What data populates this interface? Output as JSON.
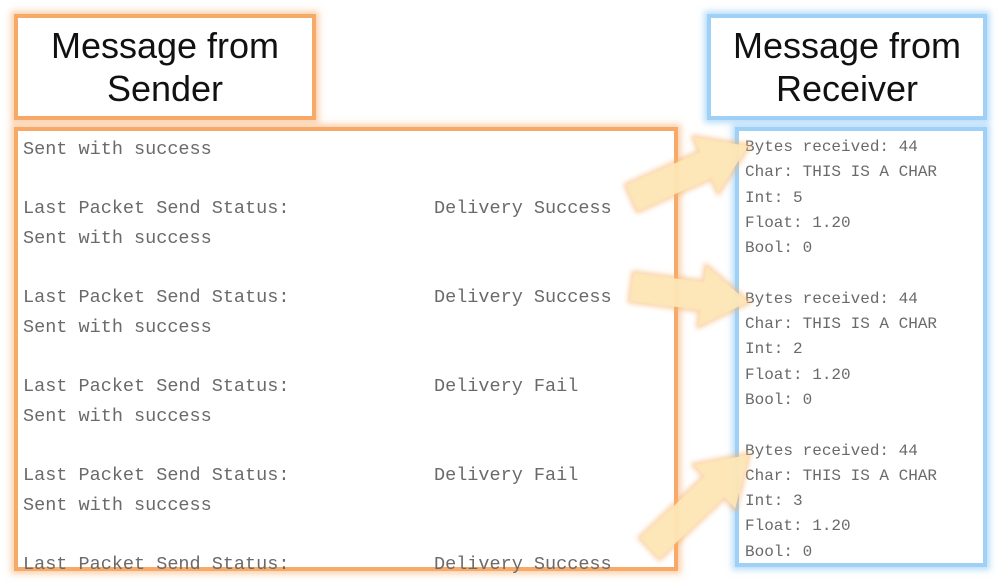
{
  "sender_title": {
    "line1": "Message from",
    "line2": "Sender"
  },
  "receiver_title": {
    "line1": "Message from",
    "line2": "Receiver"
  },
  "sender_log": [
    {
      "kind": "text",
      "text": "Sent with success"
    },
    {
      "kind": "blank"
    },
    {
      "kind": "status",
      "label": "Last Packet Send Status:",
      "value": "Delivery Success"
    },
    {
      "kind": "text",
      "text": "Sent with success"
    },
    {
      "kind": "blank"
    },
    {
      "kind": "status",
      "label": "Last Packet Send Status:",
      "value": "Delivery Success"
    },
    {
      "kind": "text",
      "text": "Sent with success"
    },
    {
      "kind": "blank"
    },
    {
      "kind": "status",
      "label": "Last Packet Send Status:",
      "value": "Delivery Fail"
    },
    {
      "kind": "text",
      "text": "Sent with success"
    },
    {
      "kind": "blank"
    },
    {
      "kind": "status",
      "label": "Last Packet Send Status:",
      "value": "Delivery Fail"
    },
    {
      "kind": "text",
      "text": "Sent with success"
    },
    {
      "kind": "blank"
    },
    {
      "kind": "status",
      "label": "Last Packet Send Status:",
      "value": "Delivery Success"
    }
  ],
  "receiver_log": [
    "Bytes received: 44",
    "Char: THIS IS A CHAR",
    "Int: 5",
    "Float: 1.20",
    "Bool: 0",
    "",
    "Bytes received: 44",
    "Char: THIS IS A CHAR",
    "Int: 2",
    "Float: 1.20",
    "Bool: 0",
    "",
    "Bytes received: 44",
    "Char: THIS IS A CHAR",
    "Int: 3",
    "Float: 1.20",
    "Bool: 0"
  ],
  "colors": {
    "sender_accent": "#f7a968",
    "receiver_accent": "#9fd0f5",
    "arrow_fill": "#fde6b5",
    "arrow_glow": "#f8b36a",
    "log_text": "#6a6a6a"
  }
}
